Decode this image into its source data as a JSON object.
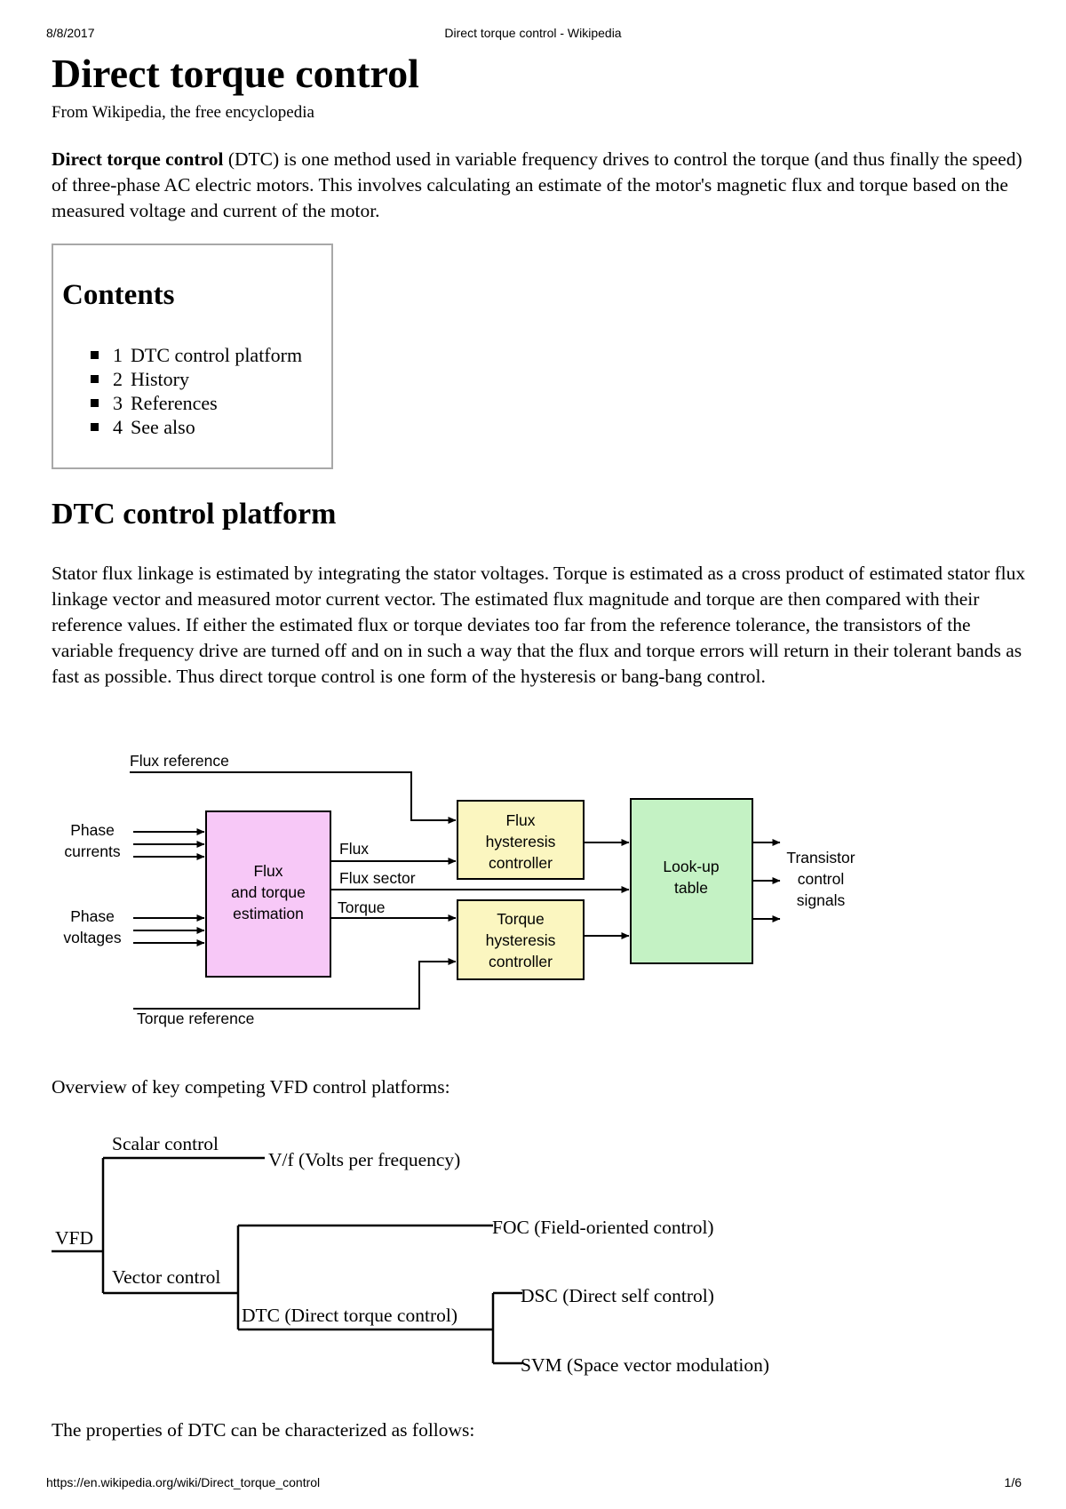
{
  "print_header": {
    "date": "8/8/2017",
    "title": "Direct torque control - Wikipedia"
  },
  "print_footer": {
    "url": "https://en.wikipedia.org/wiki/Direct_torque_control",
    "page": "1/6"
  },
  "article": {
    "title": "Direct torque control",
    "subtitle": "From Wikipedia, the free encyclopedia",
    "intro_bold": "Direct torque control",
    "intro_rest": " (DTC) is one method used in variable frequency drives to control the torque (and thus finally the speed) of three-phase AC electric motors. This involves calculating an estimate of the motor's magnetic flux and torque based on the measured voltage and current of the motor.",
    "contents": {
      "title": "Contents",
      "items": [
        {
          "num": "1",
          "label": "DTC control platform"
        },
        {
          "num": "2",
          "label": "History"
        },
        {
          "num": "3",
          "label": "References"
        },
        {
          "num": "4",
          "label": "See also"
        }
      ]
    },
    "section1": {
      "heading": "DTC control platform",
      "paragraph": "Stator flux linkage is estimated by integrating the stator voltages. Torque is estimated as a cross product of estimated stator flux linkage vector and measured motor current vector. The estimated flux magnitude and torque are then compared with their reference values. If either the estimated flux or torque deviates too far from the reference tolerance, the transistors of the variable frequency drive are turned off and on in such a way that the flux and torque errors will return in their tolerant bands as fast as possible. Thus direct torque control is one form of the hysteresis or bang-bang control.",
      "overview_label": "Overview of key competing VFD control platforms:",
      "properties_label": "The properties of DTC can be characterized as follows:"
    }
  },
  "block_diagram": {
    "flux_reference": "Flux reference",
    "torque_reference": "Torque reference",
    "phase_currents": [
      "Phase",
      "currents"
    ],
    "phase_voltages": [
      "Phase",
      "voltages"
    ],
    "estimator": [
      "Flux",
      "and torque",
      "estimation"
    ],
    "flux": "Flux",
    "flux_sector": "Flux sector",
    "torque": "Torque",
    "flux_controller": [
      "Flux",
      "hysteresis",
      "controller"
    ],
    "torque_controller": [
      "Torque",
      "hysteresis",
      "controller"
    ],
    "lookup": [
      "Look-up",
      "table"
    ],
    "output": [
      "Transistor",
      "control",
      "signals"
    ],
    "colors": {
      "estimator": "#f7c8f7",
      "controller": "#fbf6c0",
      "lookup": "#c4f2c4"
    }
  },
  "vfd_tree": {
    "root": "VFD",
    "scalar": "Scalar control",
    "vf": "V/f (Volts per frequency)",
    "vector": "Vector control",
    "foc": "FOC (Field-oriented control)",
    "dtc": "DTC (Direct torque control)",
    "dsc": "DSC (Direct self control)",
    "svm": "SVM (Space vector modulation)"
  }
}
